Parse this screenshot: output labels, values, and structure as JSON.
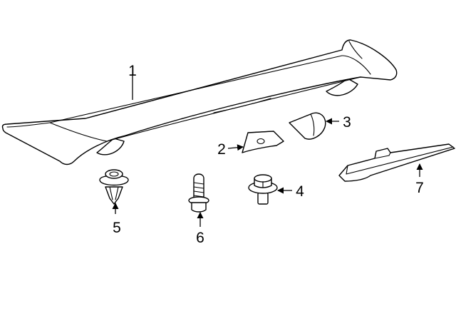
{
  "diagram": {
    "callouts": [
      "1",
      "2",
      "3",
      "4",
      "5",
      "6",
      "7"
    ]
  },
  "colors": {
    "line": "#000000",
    "background": "#ffffff"
  }
}
